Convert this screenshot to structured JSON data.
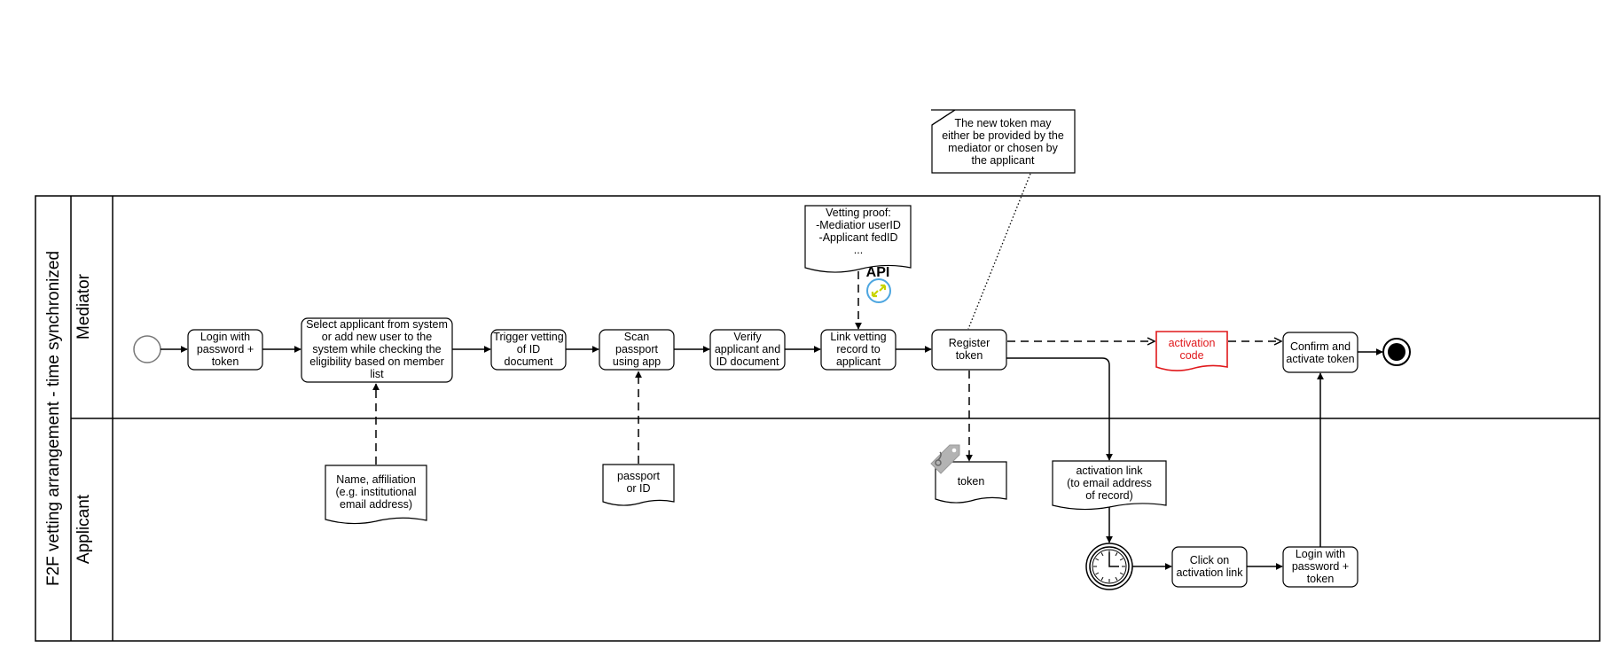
{
  "pool": {
    "title": "F2F vetting arrangement  - time synchronized",
    "lanes": {
      "mediator": "Mediator",
      "applicant": "Applicant"
    }
  },
  "tasks": {
    "login_mediator": [
      "Login with",
      "password +",
      "token"
    ],
    "select_applicant": [
      "Select applicant from system",
      "or add new user to the",
      "system while checking the",
      "eligibility based on member",
      "list"
    ],
    "trigger_vetting": [
      "Trigger vetting",
      "of  ID",
      "document"
    ],
    "scan_passport": [
      "Scan",
      "passport",
      "using app"
    ],
    "verify": [
      "Verify",
      "applicant and",
      "ID document"
    ],
    "link_vetting": [
      "Link vetting",
      "record to",
      "applicant"
    ],
    "register_token": [
      "Register",
      "token"
    ],
    "confirm_activate": [
      "Confirm and",
      "activate token"
    ],
    "click_link": [
      "Click on",
      "activation link"
    ],
    "login_applicant": [
      "Login with",
      "password +",
      "token"
    ]
  },
  "documents": {
    "name_affiliation": [
      "Name, affiliation",
      "(e.g. institutional",
      "email address)"
    ],
    "passport": [
      "passport",
      "or ID"
    ],
    "vetting_proof": [
      "Vetting proof:",
      "-Mediatior userID",
      "-Applicant fedID",
      "..."
    ],
    "token": [
      "token"
    ],
    "activation_link": [
      "activation link",
      "(to email address",
      "of record)"
    ],
    "activation_code": [
      "activation",
      "code"
    ]
  },
  "annotation": [
    "The new token may",
    "either be provided by the",
    "mediator or chosen by",
    "the applicant"
  ],
  "api_label": "API",
  "colors": {
    "stroke": "#000000",
    "activation_code": "#e0191c",
    "api_ring": "#4da6e0",
    "api_arrows": "#c8d400",
    "tag": "#b3b3b3"
  }
}
